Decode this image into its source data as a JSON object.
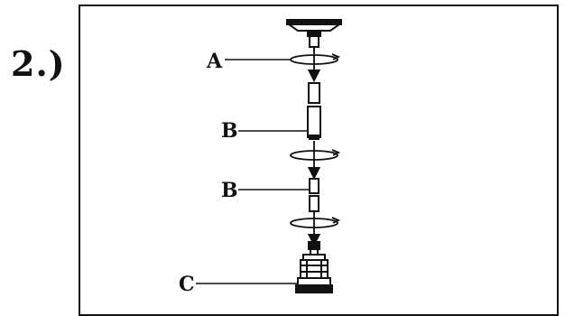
{
  "step": {
    "label": "2.)"
  },
  "callouts": {
    "a": "A",
    "b_upper": "B",
    "b_lower": "B",
    "c": "C"
  },
  "icons": {
    "ceiling_canopy": "canopy-icon",
    "rotation": "rotation-arrow-icon",
    "rod": "extension-rod-icon",
    "socket": "lamp-socket-icon"
  },
  "colors": {
    "line": "#111111",
    "background": "#ffffff"
  }
}
